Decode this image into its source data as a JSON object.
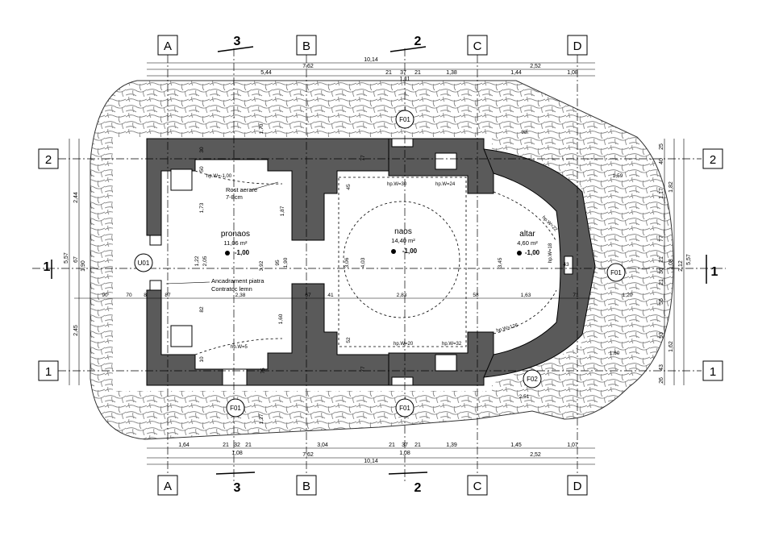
{
  "grid": {
    "columns": [
      "A",
      "B",
      "C",
      "D"
    ],
    "rows": [
      "2",
      "1"
    ]
  },
  "sections": {
    "s3": "3",
    "s2": "2",
    "s1": "1"
  },
  "rooms": {
    "pronaos": {
      "name": "pronaos",
      "area": "11,06 m²",
      "level": "-1,00"
    },
    "naos": {
      "name": "naos",
      "area": "14,40 m²",
      "level": "-1,00"
    },
    "altar": {
      "name": "altar",
      "area": "4,60 m²",
      "level": "-1,00"
    }
  },
  "tags": {
    "F01": "F01",
    "F02": "F02",
    "U01": "U01"
  },
  "notes": {
    "rost_1": "Rost  aerare",
    "rost_2": "7-8cm",
    "anc_1": "Ancadrament piatra",
    "anc_2": "Contratoc lemn"
  },
  "heights": {
    "h1": "hp.W=-1,00",
    "h2": "hp.W=30",
    "h3": "hp.W=24",
    "h4": "hp.W=5",
    "h5": "hp.W=20",
    "h6": "hp.W=32",
    "h7": "hp.W=18",
    "h8": "hp.W=126",
    "h9": "hp.W=22"
  },
  "dims_top": {
    "total": "10,14",
    "ac": "7,62",
    "cd": "2,52",
    "d1": "5,44",
    "d2": "21",
    "d3": "37",
    "d4": "21",
    "d5": "1,11",
    "d6": "1,38",
    "d7": "1,44",
    "d8": "1,08"
  },
  "dims_bottom": {
    "total": "10,14",
    "ac": "7,62",
    "cd": "2,52",
    "d1": "1,64",
    "d2": "21",
    "d3": "32",
    "d4": "21",
    "d5": "1,08",
    "d6": "3,04",
    "d7": "21",
    "d8": "37",
    "d9": "21",
    "d10": "1,08",
    "d11": "1,39",
    "d12": "1,45",
    "d13": "1,07"
  },
  "dims_left": {
    "total": "5,57",
    "upper": "2,44",
    "lower": "2,45",
    "a": "67",
    "b": "1,90"
  },
  "dims_right": {
    "r1": "25",
    "r2": "40",
    "r3": "1,17",
    "r4": "1,82",
    "r5": "77",
    "r6": "21",
    "r7": "36",
    "r8": "1,08",
    "r9": "2,12",
    "r10": "5,57",
    "r11": "21",
    "r12": "55",
    "r13": "93",
    "r14": "1,62",
    "r15": "43",
    "r16": "26"
  },
  "dims_inner": {
    "w30": "30",
    "w50": "50",
    "w170": "1,70",
    "w173": "1,73",
    "w187": "1,87",
    "w45": "45",
    "w77a": "77",
    "w77b": "77",
    "w122": "1,22",
    "w205": "2,05",
    "w392": "3,92",
    "w95": "95",
    "w190": "1,90",
    "w306": "3,06",
    "w403": "4,03",
    "w345": "3,45",
    "w90": "90",
    "w70": "70",
    "w8": "8",
    "w87": "87",
    "w238": "2,38",
    "w67": "67",
    "w41": "41",
    "w283": "2,83",
    "w58": "58",
    "w163": "1,63",
    "w71": "71",
    "w120": "1,20",
    "w82": "82",
    "w160": "1,60",
    "w52": "52",
    "w75": "75",
    "w10": "10",
    "w127": "1,27",
    "w98": "98",
    "w159": "1,59",
    "w160b": "1,60",
    "w251": "2,51",
    "w43": "43"
  },
  "colors": {
    "wall": "#5a5a5a",
    "stone": "#cfcfcf",
    "line": "#000000"
  }
}
